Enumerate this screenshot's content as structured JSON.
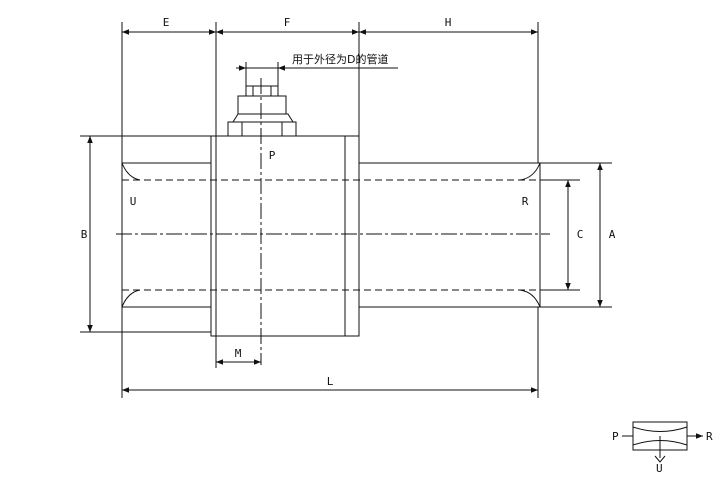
{
  "dimensions": {
    "E": "E",
    "F": "F",
    "H": "H",
    "B": "B",
    "C": "C",
    "A": "A",
    "M": "M",
    "L": "L"
  },
  "ports": {
    "inlet": "U",
    "outlet": "R",
    "pressure": "P"
  },
  "note": "用于外径为D的管道",
  "symbol": {
    "pressure": "P",
    "outlet": "R",
    "inlet": "U"
  }
}
